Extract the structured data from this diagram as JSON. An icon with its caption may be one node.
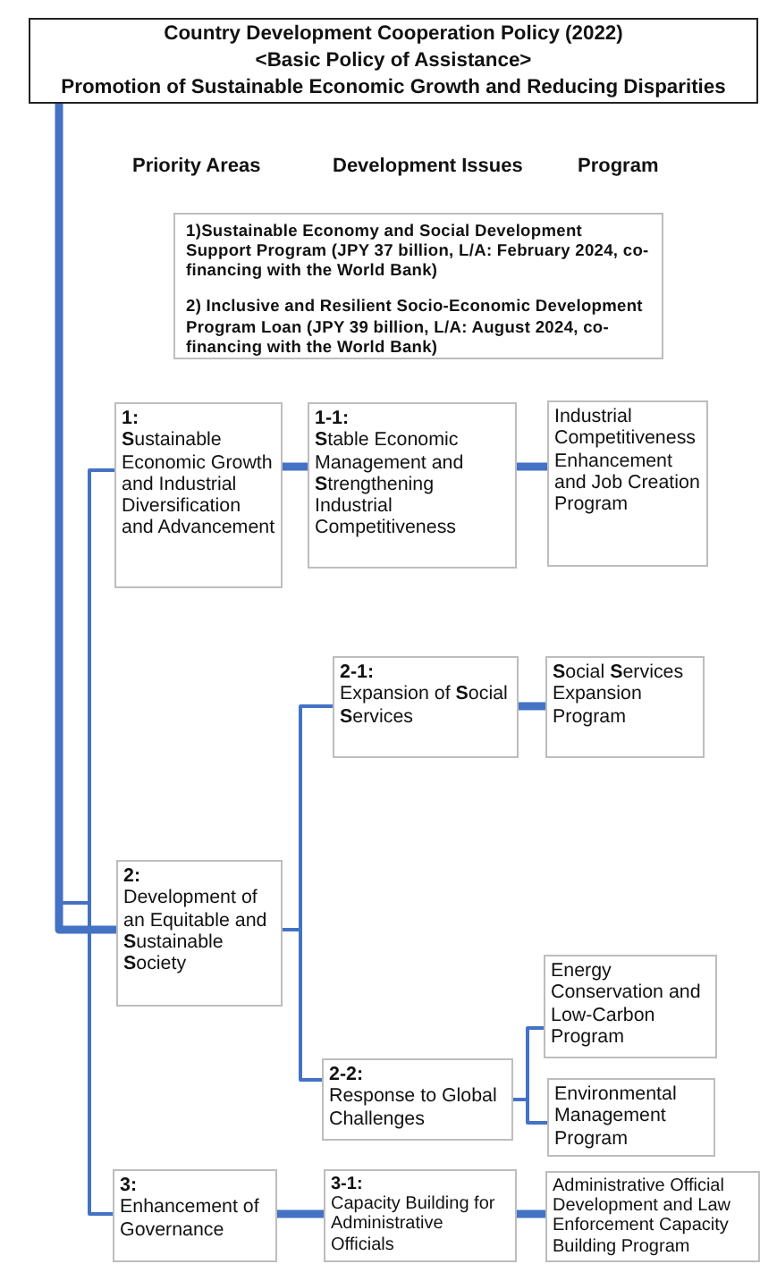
{
  "diagram": {
    "nodes": [
      {
        "text": [
          "Country Development Cooperation Policy (2022)",
          "<Basic Policy of Assistance>",
          "Promotion of **S**ustainable Economic Growth and Reducing Disparities"
        ]
      },
      {
        "text": [
          "1)Sustainable Economy and Social Development Support Program (JPY 37 billion, L/A: February 2024, co-financing with the World Bank)",
          "2) Inclusive and Resilient Socio-Economic Development Program Loan (JPY 39 billion, L/A: August 2024, co-financing with the World Bank)"
        ]
      },
      {
        "text": [
          "1:",
          "**S**ustainable Economic Growth and Industrial Diversification and Advancement"
        ]
      },
      {
        "text": [
          "1-1:",
          "**S**table Economic Management and **S**trengthening Industrial Competitiveness"
        ]
      },
      {
        "text": [
          "Industrial Competitiveness Enhancement and Job Creation Program"
        ]
      },
      {
        "text": [
          "2-1:",
          "Expansion of **S**ocial **S**ervices"
        ]
      },
      {
        "text": [
          "**S**ocial **S**ervices Expansion Program"
        ]
      },
      {
        "text": [
          "2:",
          "Development of an Equitable and **S**ustainable **S**ociety"
        ]
      },
      {
        "text": [
          "Energy Conservation and Low-Carbon Program"
        ]
      },
      {
        "text": [
          "2-2:",
          "Response to Global Challenges"
        ]
      },
      {
        "text": [
          "Environmental Management Program"
        ]
      },
      {
        "text": [
          "3:",
          "Enhancement of Governance"
        ]
      },
      {
        "text": [
          "3-1:",
          "Capacity Building for Administrative Officials"
        ]
      },
      {
        "text": [
          "Administrative Official Development and Law Enforcement Capacity Building Program"
        ]
      }
    ],
    "edges": [
      {
        "from": 0,
        "to": 2,
        "arrow": "none"
      },
      {
        "from": 0,
        "to": 7,
        "arrow": "none",
        "style": "thick"
      },
      {
        "from": 0,
        "to": 11,
        "arrow": "none"
      },
      {
        "from": 2,
        "to": 3,
        "arrow": "none",
        "style": "thick"
      },
      {
        "from": 3,
        "to": 4,
        "arrow": "none",
        "style": "thick"
      },
      {
        "from": 7,
        "to": 5,
        "arrow": "none"
      },
      {
        "from": 5,
        "to": 6,
        "arrow": "none",
        "style": "thick"
      },
      {
        "from": 7,
        "to": 9,
        "arrow": "none"
      },
      {
        "from": 9,
        "to": 8,
        "arrow": "none"
      },
      {
        "from": 9,
        "to": 10,
        "arrow": "none"
      },
      {
        "from": 11,
        "to": 12,
        "arrow": "none",
        "style": "thick"
      },
      {
        "from": 12,
        "to": 13,
        "arrow": "none",
        "style": "thick"
      }
    ],
    "labels": [
      "Priority Areas",
      "Development Issues",
      "Program"
    ]
  }
}
